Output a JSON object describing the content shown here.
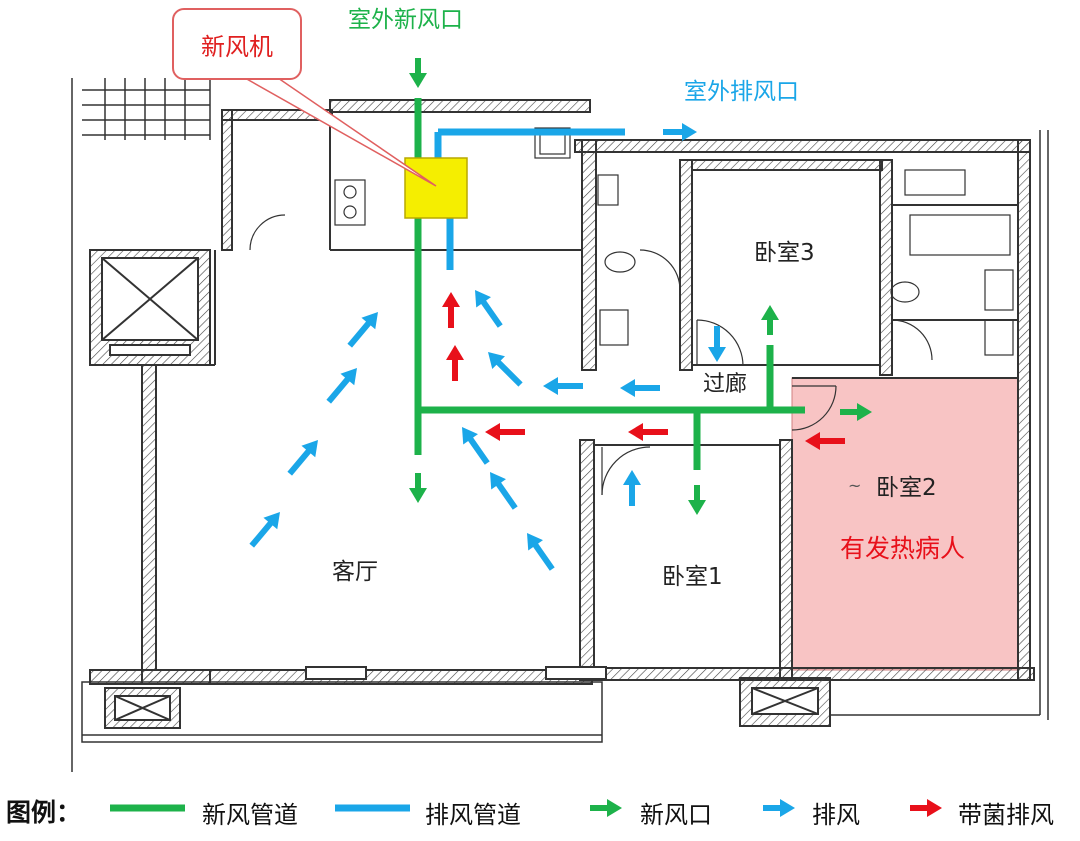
{
  "colors": {
    "fresh": "#1db24a",
    "exhaust": "#1aa6e8",
    "contaminated": "#e8101a",
    "unit_fill": "#f5ee00",
    "unit_stroke": "#b8a800",
    "sick_room": "#f8c4c4",
    "wall": "#333333",
    "callout_border": "#e06060"
  },
  "labels": {
    "unit_callout": "新风机",
    "outdoor_fresh_inlet": "室外新风口",
    "outdoor_exhaust_outlet": "室外排风口",
    "bedroom3": "卧室3",
    "corridor": "过廊",
    "bedroom2": "卧室2",
    "sick_person": "有发热病人",
    "bedroom1": "卧室1",
    "living_room": "客厅",
    "mark_tilde": "~"
  },
  "legend": {
    "title": "图例：",
    "fresh_duct": "新风管道",
    "exhaust_duct": "排风管道",
    "fresh_outlet": "新风口",
    "exhaust": "排风",
    "contaminated_exhaust": "带菌排风"
  },
  "icons": {
    "unit": "fresh-air-unit-icon",
    "fresh_arrow": "green-arrow-icon",
    "exhaust_arrow": "blue-arrow-icon",
    "contaminated_arrow": "red-arrow-icon"
  }
}
